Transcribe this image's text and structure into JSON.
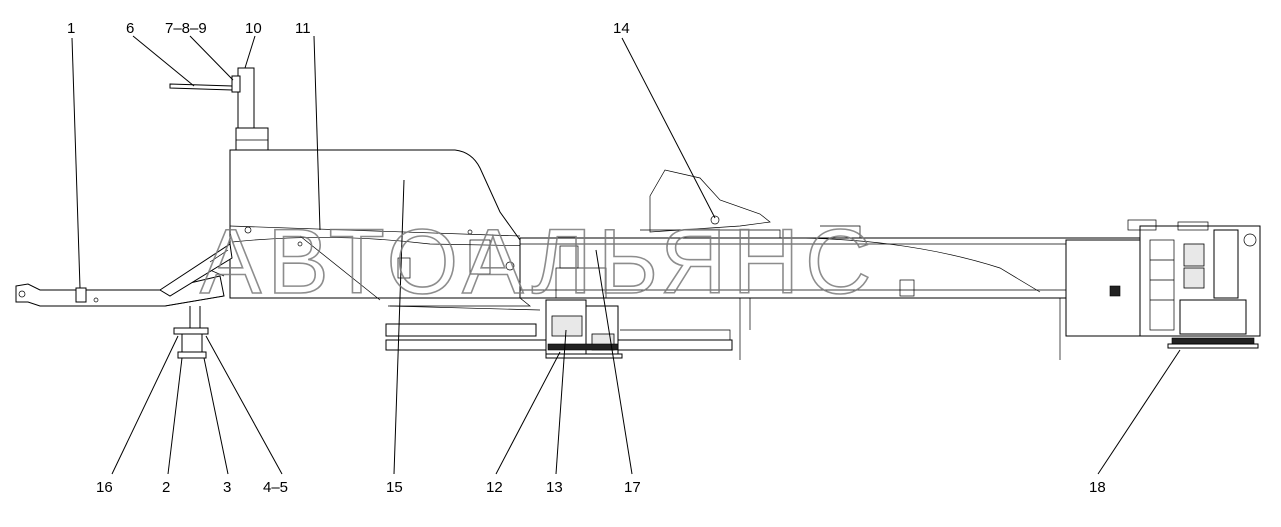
{
  "watermark": "АВТОАЛЬЯНС",
  "callouts": {
    "top": [
      "1",
      "6",
      "7–8–9",
      "10",
      "11",
      "14"
    ],
    "bottom": [
      "16",
      "2",
      "3",
      "4–5",
      "15",
      "12",
      "13",
      "17",
      "18"
    ]
  }
}
